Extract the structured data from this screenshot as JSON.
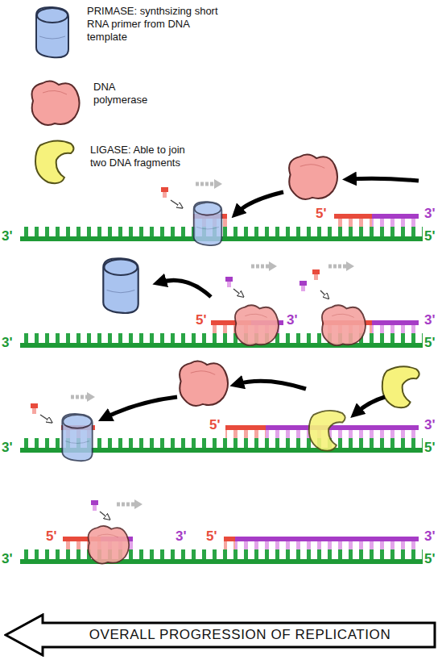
{
  "diagram": {
    "nodes": [
      {
        "text": [
          "OVERALL PROGRESSION OF REPLICATION"
        ]
      }
    ],
    "labels": [
      "3'",
      "5'",
      "3'",
      "5'",
      "3'",
      "5'",
      "3'",
      "3'",
      "5'",
      "3'",
      "5'",
      "3'",
      "5'",
      "3'",
      "5'",
      "3'",
      "5'",
      "3'",
      "5'"
    ],
    "legend": [
      {
        "text": "PRIMASE: synthsizing short RNA primer from DNA template",
        "color": "#a9c3ef"
      },
      {
        "text": "DNA polymerase",
        "color": "#f5a3a0"
      },
      {
        "text": "LIGASE: Able to join two DNA fragments",
        "color": "#f6f27c"
      }
    ]
  }
}
